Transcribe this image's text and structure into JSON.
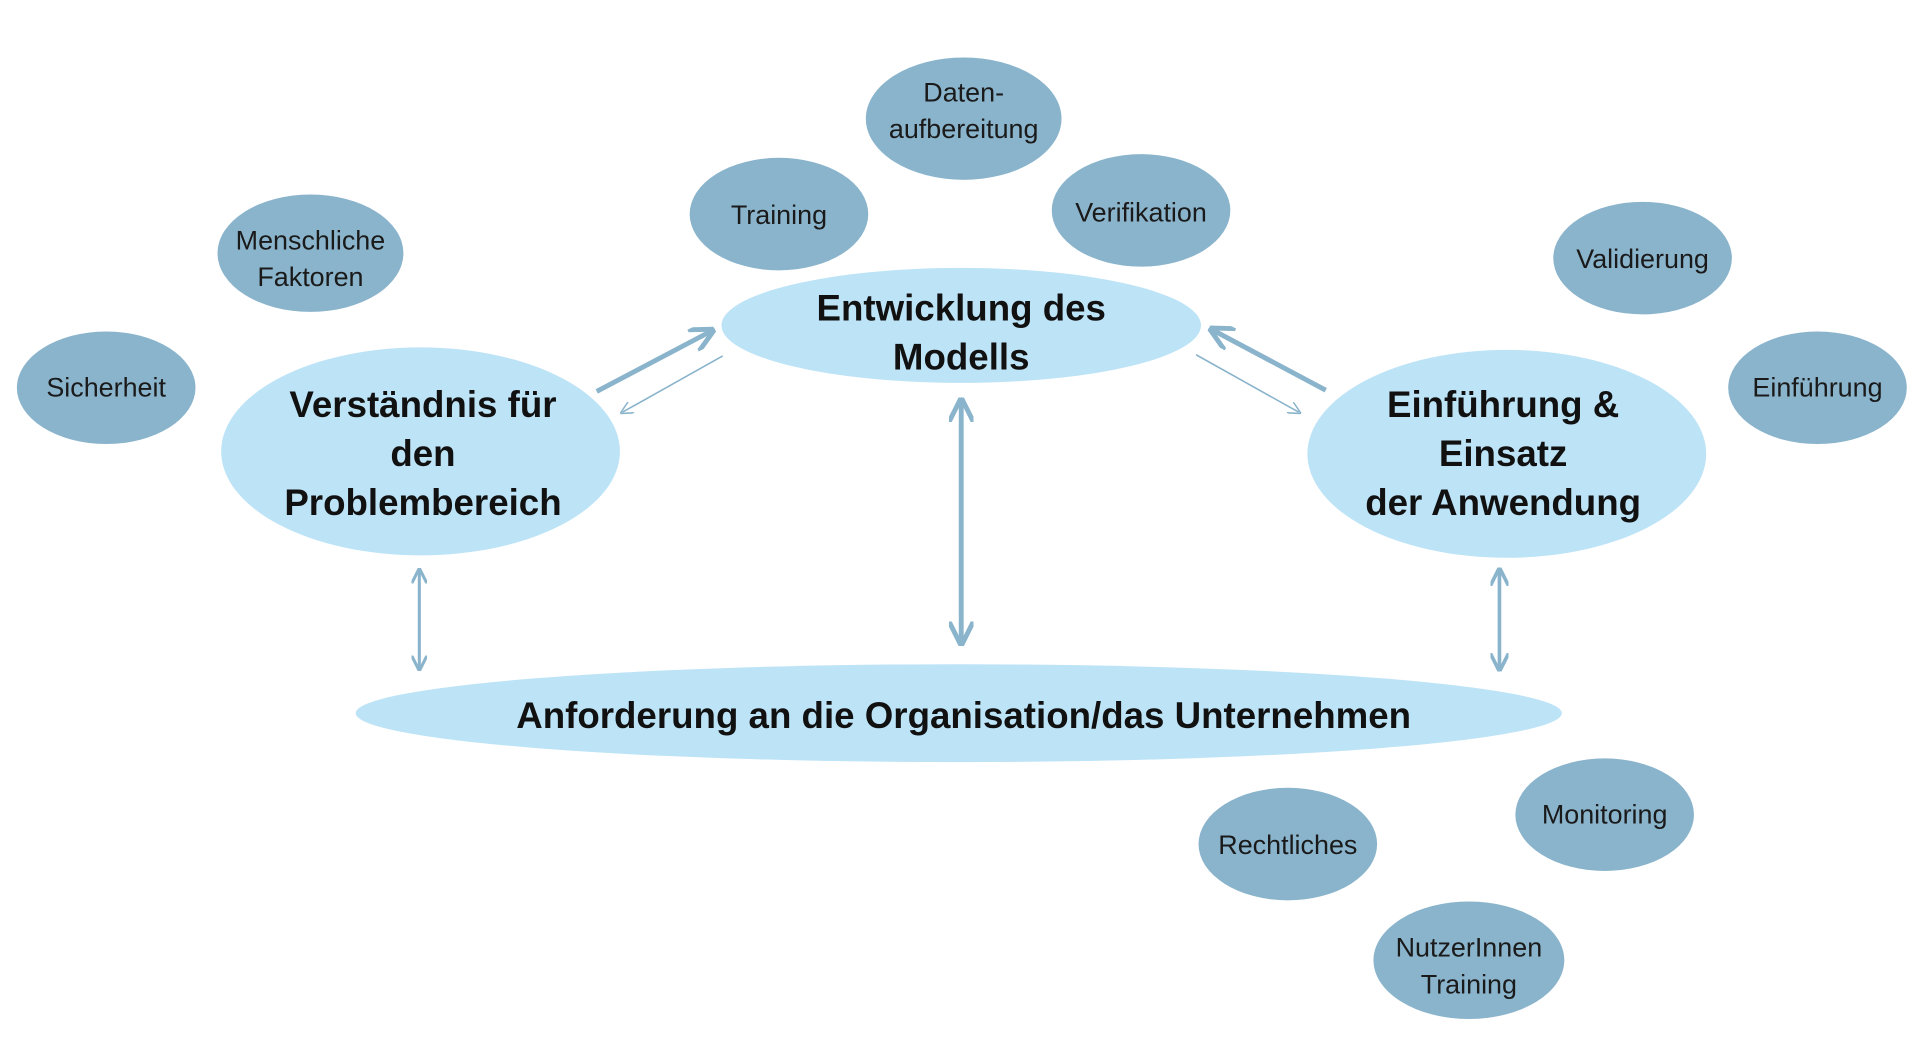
{
  "colors": {
    "subtopic": "#8ab4cc",
    "main": "#bde3f7",
    "arrow": "#8ab4cc",
    "text": "#111111"
  },
  "main_nodes": {
    "model": {
      "lines": [
        "Entwicklung des",
        "Modells"
      ]
    },
    "problem": {
      "lines": [
        "Verständnis für",
        "den",
        "Problembereich"
      ]
    },
    "deployment": {
      "lines": [
        "Einführung &",
        "Einsatz",
        "der Anwendung"
      ]
    },
    "organisation": {
      "lines": [
        "Anforderung an die Organisation/das Unternehmen"
      ]
    }
  },
  "sub_nodes": {
    "data_prep": {
      "lines": [
        "Daten-",
        "aufbereitung"
      ]
    },
    "training": {
      "lines": [
        "Training"
      ]
    },
    "verification": {
      "lines": [
        "Verifikation"
      ]
    },
    "human_factors": {
      "lines": [
        "Menschliche",
        "Faktoren"
      ]
    },
    "safety": {
      "lines": [
        "Sicherheit"
      ]
    },
    "validation": {
      "lines": [
        "Validierung"
      ]
    },
    "introduction": {
      "lines": [
        "Einführung"
      ]
    },
    "legal": {
      "lines": [
        "Rechtliches"
      ]
    },
    "monitoring": {
      "lines": [
        "Monitoring"
      ]
    },
    "user_training": {
      "lines": [
        "NutzerInnen",
        "Training"
      ]
    }
  }
}
